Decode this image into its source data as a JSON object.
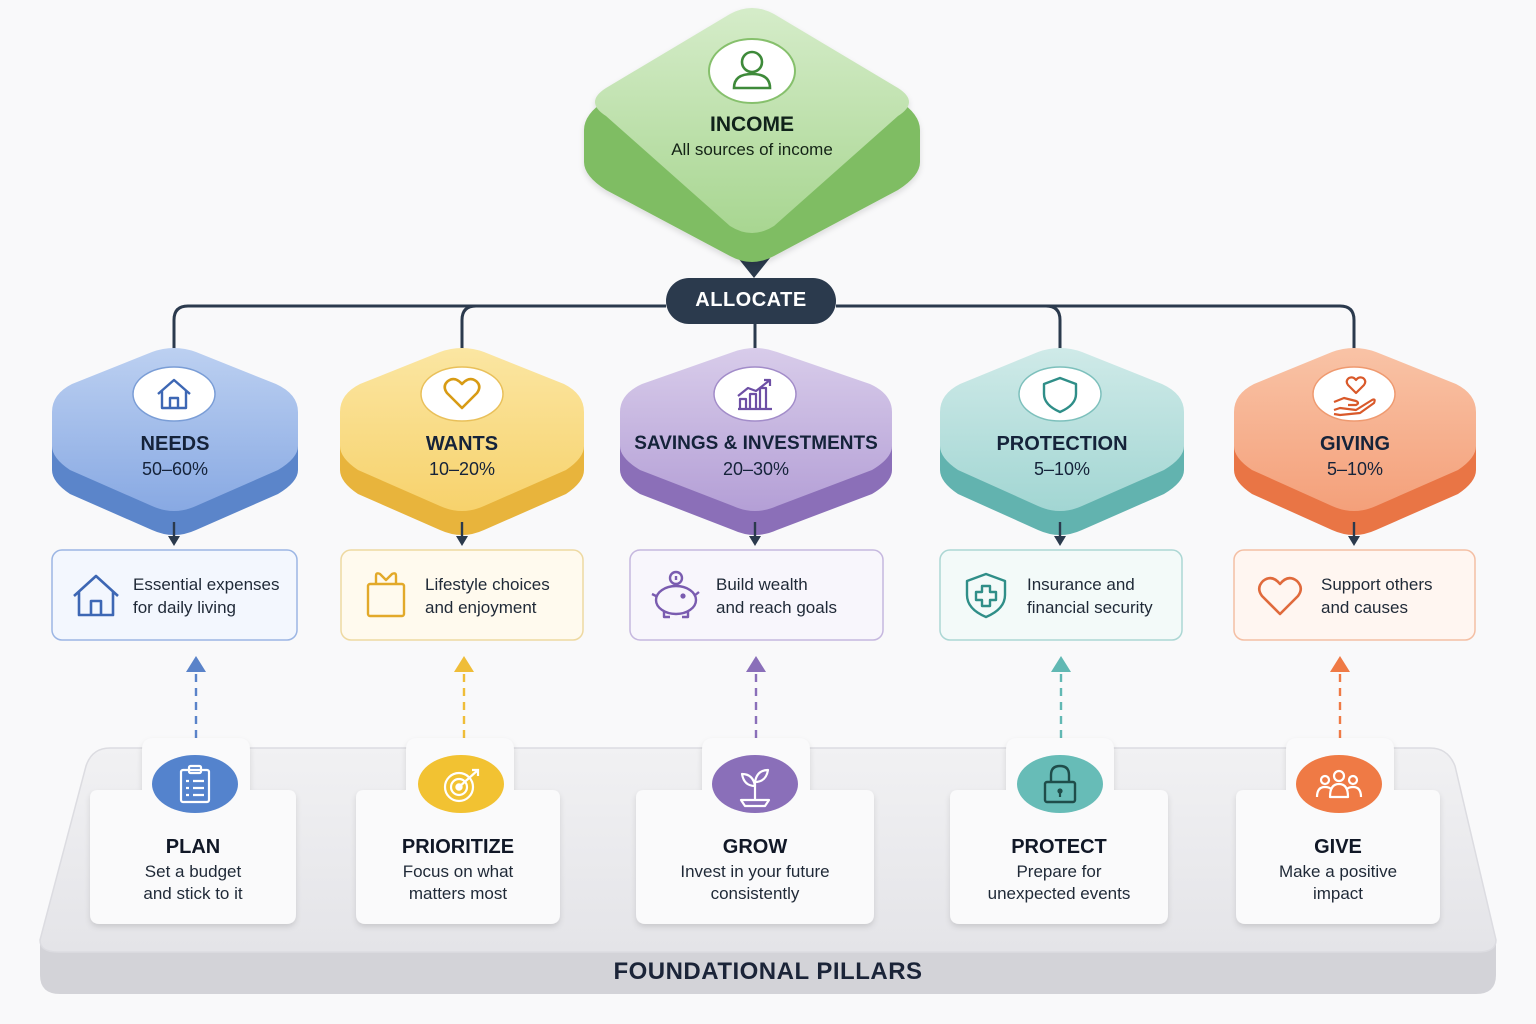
{
  "income": {
    "title": "INCOME",
    "subtitle": "All sources of income",
    "icon": "person-icon",
    "color": "#7fbd64"
  },
  "allocate": {
    "label": "ALLOCATE",
    "color": "#2b3a4d"
  },
  "categories": [
    {
      "title": "NEEDS",
      "percent": "50–60%",
      "desc_line1": "Essential expenses",
      "desc_line2": "for daily living",
      "icon": "house-icon",
      "desc_icon": "house-icon",
      "color": "#6a92d2"
    },
    {
      "title": "WANTS",
      "percent": "10–20%",
      "desc_line1": "Lifestyle choices",
      "desc_line2": "and enjoyment",
      "icon": "heart-icon",
      "desc_icon": "gift-bag-icon",
      "color": "#f1c24e"
    },
    {
      "title": "SAVINGS & INVESTMENTS",
      "percent": "20–30%",
      "desc_line1": "Build wealth",
      "desc_line2": "and reach goals",
      "icon": "growth-chart-icon",
      "desc_icon": "piggy-bank-icon",
      "color": "#9c80c4"
    },
    {
      "title": "PROTECTION",
      "percent": "5–10%",
      "desc_line1": "Insurance and",
      "desc_line2": "financial security",
      "icon": "shield-icon",
      "desc_icon": "medical-shield-icon",
      "color": "#7ec4c1"
    },
    {
      "title": "GIVING",
      "percent": "5–10%",
      "desc_line1": "Support others",
      "desc_line2": "and causes",
      "icon": "heart-hand-icon",
      "desc_icon": "heart-icon",
      "color": "#f08a5a"
    }
  ],
  "pillars": [
    {
      "title": "PLAN",
      "line1": "Set a budget",
      "line2": "and stick to it",
      "icon": "clipboard-icon",
      "color": "#4f7fcb"
    },
    {
      "title": "PRIORITIZE",
      "line1": "Focus on what",
      "line2": "matters most",
      "icon": "target-icon",
      "color": "#efbf2f"
    },
    {
      "title": "GROW",
      "line1": "Invest in your future",
      "line2": "consistently",
      "icon": "sprout-icon",
      "color": "#8a6fb9"
    },
    {
      "title": "PROTECT",
      "line1": "Prepare for",
      "line2": "unexpected events",
      "icon": "lock-icon",
      "color": "#61b8b3"
    },
    {
      "title": "GIVE",
      "line1": "Make a positive",
      "line2": "impact",
      "icon": "people-icon",
      "color": "#ef7a45"
    }
  ],
  "foundation": {
    "label": "FOUNDATIONAL PILLARS"
  }
}
